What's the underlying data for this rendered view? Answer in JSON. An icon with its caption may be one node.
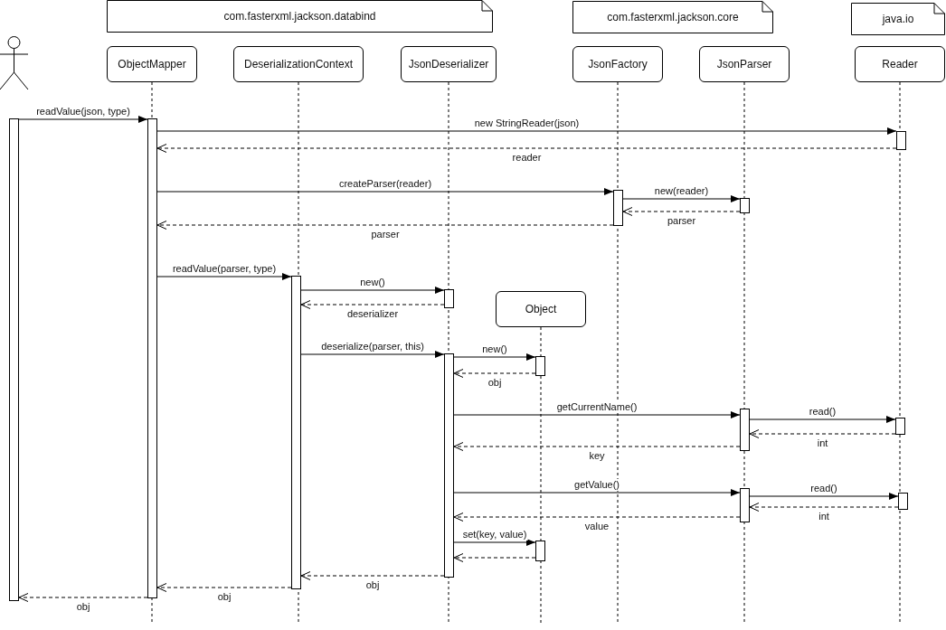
{
  "diagram": {
    "nodes": [
      {
        "text": [
          "com.fasterxml.jackson.databind"
        ]
      },
      {
        "text": [
          "com.fasterxml.jackson.core"
        ]
      },
      {
        "text": [
          "java.io"
        ]
      },
      {
        "text": [],
        "shape": "person"
      },
      {
        "text": [
          "ObjectMapper"
        ]
      },
      {
        "text": [
          "DeserializationContext"
        ]
      },
      {
        "text": [
          "JsonDeserializer"
        ]
      },
      {
        "text": [
          "JsonFactory"
        ]
      },
      {
        "text": [
          "JsonParser"
        ]
      },
      {
        "text": [
          "Reader"
        ]
      },
      {
        "text": [
          "Object"
        ]
      },
      {
        "text": [],
        "shape": "bar"
      },
      {
        "text": [],
        "shape": "bar"
      },
      {
        "text": [],
        "shape": "bar"
      },
      {
        "text": [],
        "shape": "bar"
      },
      {
        "text": [],
        "shape": "bar"
      },
      {
        "text": [],
        "shape": "bar"
      },
      {
        "text": [],
        "shape": "bar"
      },
      {
        "text": [],
        "shape": "bar"
      },
      {
        "text": [],
        "shape": "bar"
      },
      {
        "text": [],
        "shape": "bar"
      },
      {
        "text": [],
        "shape": "bar"
      },
      {
        "text": [],
        "shape": "bar"
      },
      {
        "text": [],
        "shape": "bar"
      },
      {
        "text": [],
        "shape": "bar"
      }
    ],
    "edges": [
      {
        "from": 11,
        "to": 12,
        "arrow": "to",
        "label": "readValue(json, type)"
      },
      {
        "from": 12,
        "to": 13,
        "arrow": "to",
        "label": "new StringReader(json)"
      },
      {
        "from": 13,
        "to": 12,
        "arrow": "to",
        "label": "reader",
        "style": "dashed"
      },
      {
        "from": 12,
        "to": 14,
        "arrow": "to",
        "label": "createParser(reader)"
      },
      {
        "from": 14,
        "to": 15,
        "arrow": "to",
        "label": "new(reader)"
      },
      {
        "from": 15,
        "to": 14,
        "arrow": "to",
        "label": "parser",
        "style": "dashed"
      },
      {
        "from": 14,
        "to": 12,
        "arrow": "to",
        "label": "parser",
        "style": "dashed"
      },
      {
        "from": 12,
        "to": 16,
        "arrow": "to",
        "label": "readValue(parser, type)"
      },
      {
        "from": 16,
        "to": 17,
        "arrow": "to",
        "label": "new()"
      },
      {
        "from": 17,
        "to": 16,
        "arrow": "to",
        "label": "deserializer",
        "style": "dashed"
      },
      {
        "from": 16,
        "to": 18,
        "arrow": "to",
        "label": "deserialize(parser, this)"
      },
      {
        "from": 18,
        "to": 19,
        "arrow": "to",
        "label": "new()"
      },
      {
        "from": 19,
        "to": 18,
        "arrow": "to",
        "label": "obj",
        "style": "dashed"
      },
      {
        "from": 18,
        "to": 20,
        "arrow": "to",
        "label": "getCurrentName()"
      },
      {
        "from": 20,
        "to": 21,
        "arrow": "to",
        "label": "read()"
      },
      {
        "from": 21,
        "to": 20,
        "arrow": "to",
        "label": "int",
        "style": "dashed"
      },
      {
        "from": 20,
        "to": 18,
        "arrow": "to",
        "label": "key",
        "style": "dashed"
      },
      {
        "from": 18,
        "to": 22,
        "arrow": "to",
        "label": "getValue()"
      },
      {
        "from": 22,
        "to": 23,
        "arrow": "to",
        "label": "read()"
      },
      {
        "from": 23,
        "to": 22,
        "arrow": "to",
        "label": "int",
        "style": "dashed"
      },
      {
        "from": 22,
        "to": 18,
        "arrow": "to",
        "label": "value",
        "style": "dashed"
      },
      {
        "from": 18,
        "to": 24,
        "arrow": "to",
        "label": "set(key, value)"
      },
      {
        "from": 24,
        "to": 18,
        "arrow": "to",
        "style": "dashed"
      },
      {
        "from": 18,
        "to": 16,
        "arrow": "to",
        "label": "obj",
        "style": "dashed"
      },
      {
        "from": 16,
        "to": 12,
        "arrow": "to",
        "label": "obj",
        "style": "dashed"
      },
      {
        "from": 12,
        "to": 11,
        "arrow": "to",
        "label": "obj",
        "style": "dashed"
      }
    ]
  }
}
